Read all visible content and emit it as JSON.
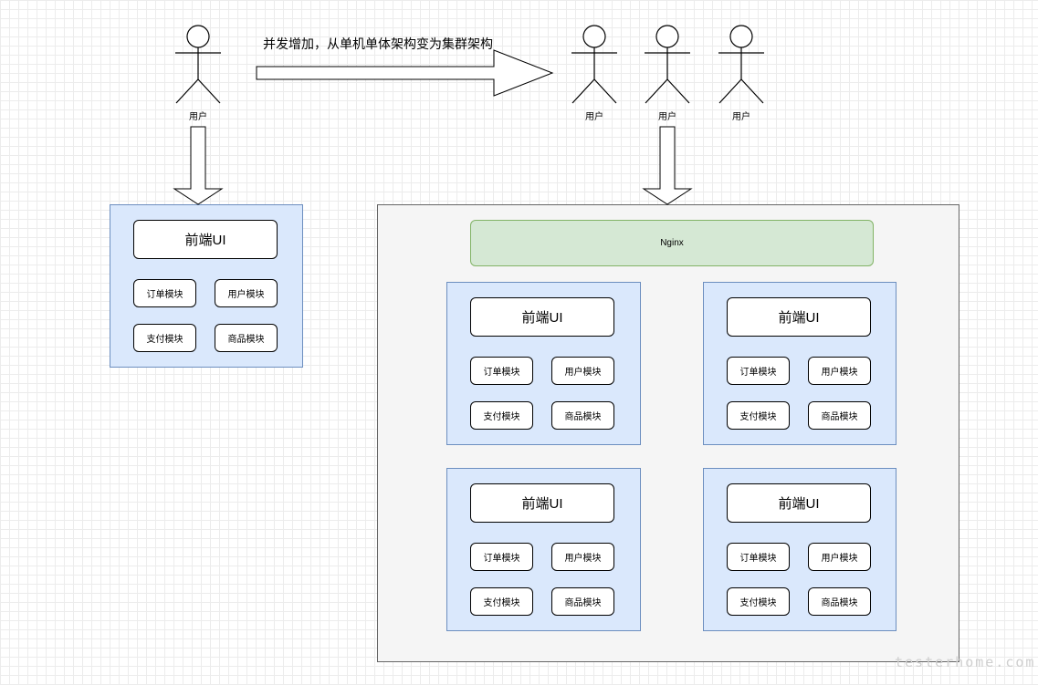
{
  "caption": "并发增加，从单机单体架构变为集群架构",
  "user_label": "用户",
  "nginx_label": "Nginx",
  "node": {
    "ui_label": "前端UI",
    "modules": [
      "订单模块",
      "用户模块",
      "支付模块",
      "商品模块"
    ]
  },
  "watermark": "testerhome.com",
  "colors": {
    "node_fill": "#dae8fc",
    "node_border": "#6c8ebf",
    "nginx_fill": "#d5e8d4",
    "nginx_border": "#82b366",
    "cluster_fill": "#f5f5f5",
    "cluster_border": "#666666"
  }
}
